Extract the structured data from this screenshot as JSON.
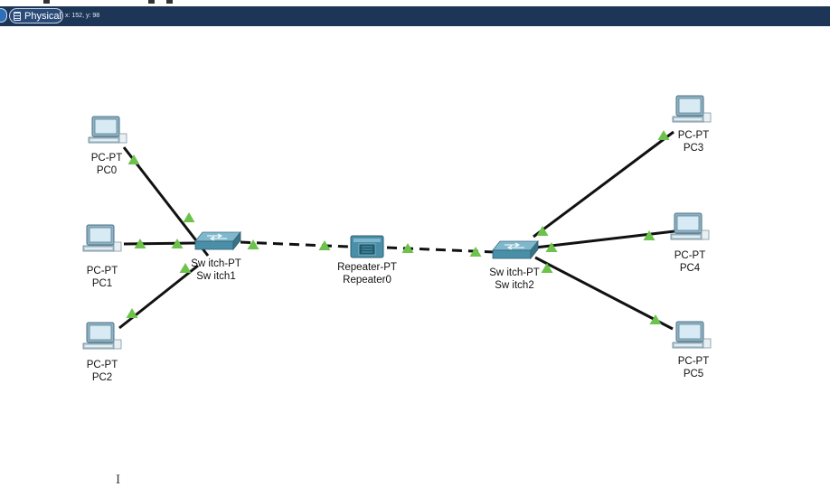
{
  "toolbar": {
    "mode_tab_label": "Physical",
    "coordinates_text": "x: 152, y: 98"
  },
  "devices": [
    {
      "id": "pc0",
      "type": "pc",
      "model": "PC-PT",
      "name": "PC0"
    },
    {
      "id": "pc1",
      "type": "pc",
      "model": "PC-PT",
      "name": "PC1"
    },
    {
      "id": "pc2",
      "type": "pc",
      "model": "PC-PT",
      "name": "PC2"
    },
    {
      "id": "switch1",
      "type": "switch",
      "model": "Sw itch-PT",
      "name": "Sw itch1"
    },
    {
      "id": "repeater0",
      "type": "repeater",
      "model": "Repeater-PT",
      "name": "Repeater0"
    },
    {
      "id": "switch2",
      "type": "switch",
      "model": "Sw itch-PT",
      "name": "Sw itch2"
    },
    {
      "id": "pc3",
      "type": "pc",
      "model": "PC-PT",
      "name": "PC3"
    },
    {
      "id": "pc4",
      "type": "pc",
      "model": "PC-PT",
      "name": "PC4"
    },
    {
      "id": "pc5",
      "type": "pc",
      "model": "PC-PT",
      "name": "PC5"
    }
  ],
  "links": [
    {
      "from": "pc0",
      "to": "switch1",
      "cable": "straight-through",
      "status": "up"
    },
    {
      "from": "pc1",
      "to": "switch1",
      "cable": "straight-through",
      "status": "up"
    },
    {
      "from": "pc2",
      "to": "switch1",
      "cable": "straight-through",
      "status": "up"
    },
    {
      "from": "switch1",
      "to": "repeater0",
      "cable": "crossover",
      "status": "up"
    },
    {
      "from": "repeater0",
      "to": "switch2",
      "cable": "crossover",
      "status": "up"
    },
    {
      "from": "switch2",
      "to": "pc3",
      "cable": "straight-through",
      "status": "up"
    },
    {
      "from": "switch2",
      "to": "pc4",
      "cable": "straight-through",
      "status": "up"
    },
    {
      "from": "switch2",
      "to": "pc5",
      "cable": "straight-through",
      "status": "up"
    }
  ],
  "colors": {
    "toolbar_bg": "#1d3557",
    "link_up": "#6cc24a",
    "cable": "#111111",
    "device_teal": "#4a8fa8"
  }
}
